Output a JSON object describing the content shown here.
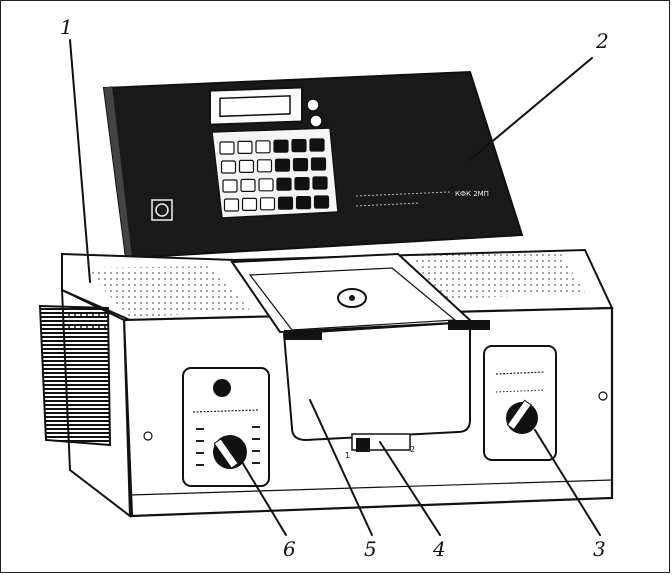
{
  "figure": {
    "callouts": [
      {
        "id": "1",
        "label": "1"
      },
      {
        "id": "2",
        "label": "2"
      },
      {
        "id": "3",
        "label": "3"
      },
      {
        "id": "4",
        "label": "4"
      },
      {
        "id": "5",
        "label": "5"
      },
      {
        "id": "6",
        "label": "6"
      }
    ],
    "display_panel": {
      "model_text": "КФК 2МП"
    },
    "switch_positions": {
      "left": "1",
      "right": "2"
    }
  }
}
